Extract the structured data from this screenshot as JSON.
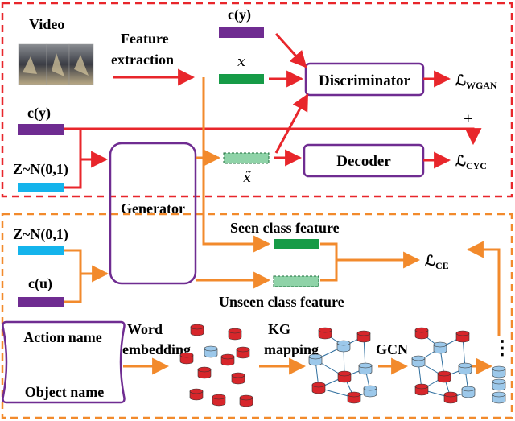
{
  "labels": {
    "video": "Video",
    "feature_extraction_1": "Feature",
    "feature_extraction_2": "extraction",
    "cy_top": "c(y)",
    "x_real": "x",
    "cy_mid": "c(y)",
    "plus": "+",
    "z_top": "Z~N(0,1)",
    "x_tilde": "x̃",
    "generator": "Generator",
    "discriminator": "Discriminator",
    "decoder": "Decoder",
    "loss_wgan_main": "ℒ",
    "loss_wgan_sub": "WGAN",
    "loss_cyc_main": "ℒ",
    "loss_cyc_sub": "CYC",
    "z_bottom": "Z~N(0,1)",
    "cu": "c(u)",
    "seen_feature": "Seen class feature",
    "unseen_feature": "Unseen class feature",
    "loss_ce_main": "ℒ",
    "loss_ce_sub": "CE",
    "action_name": "Action name",
    "object_name": "Object name",
    "word_1": "Word",
    "word_2": "embedding",
    "kg_1": "KG",
    "kg_2": "mapping",
    "gcn": "GCN",
    "dots": "⋮"
  },
  "colors": {
    "red": "#e8262b",
    "orange": "#f28a2c",
    "purple": "#6f2c91",
    "green": "#169b47",
    "light_green": "#8fd3a8",
    "cyan": "#14b4ec",
    "node_red": "#d7262b",
    "node_blue": "#9cc8ea",
    "edge_blue": "#2e6e9e"
  },
  "icons": {
    "video_thumbnails": "film-frames-icon",
    "node_red": "red-cylinder-node-icon",
    "node_blue": "blue-cylinder-node-icon"
  }
}
